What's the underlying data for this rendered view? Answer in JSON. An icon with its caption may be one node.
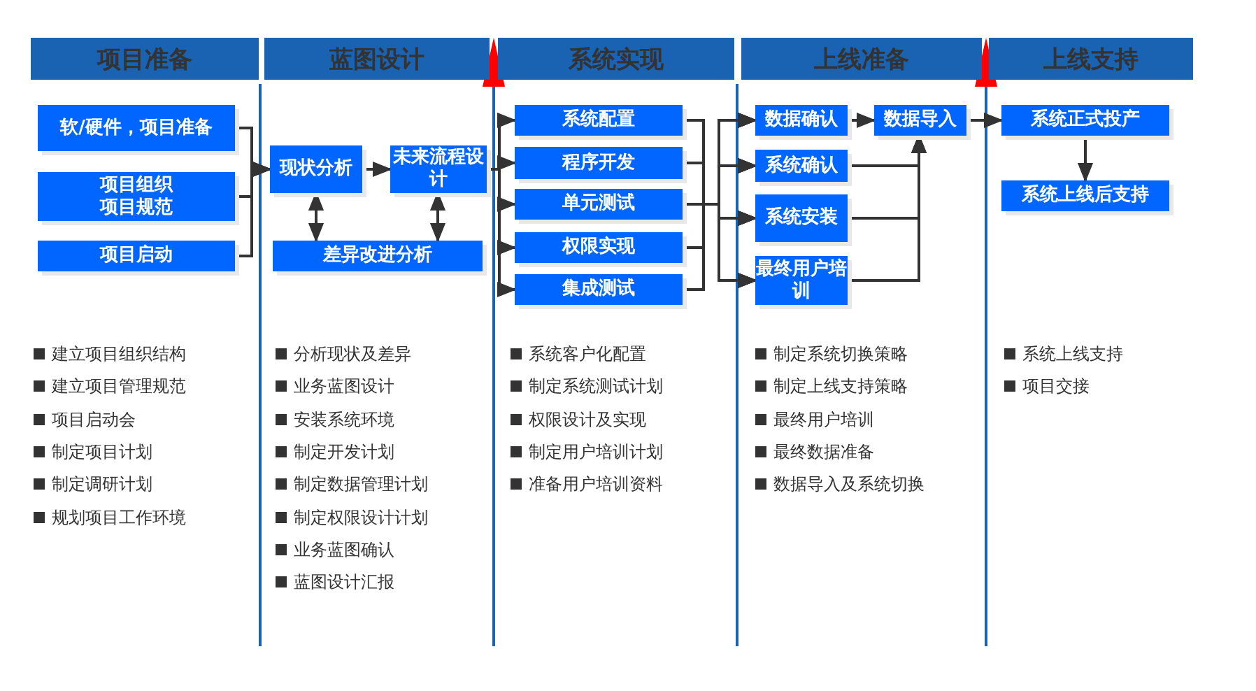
{
  "diagram": {
    "nodes": [
      {
        "text": [
          "项目准备"
        ]
      },
      {
        "text": [
          "蓝图设计"
        ]
      },
      {
        "text": [
          "系统实现"
        ]
      },
      {
        "text": [
          "上线准备"
        ]
      },
      {
        "text": [
          "上线支持"
        ]
      },
      {
        "text": [
          "软/硬件，项目准备"
        ]
      },
      {
        "text": [
          "项目组织",
          "项目规范"
        ]
      },
      {
        "text": [
          "项目启动"
        ]
      },
      {
        "text": [
          "现状分析"
        ]
      },
      {
        "text": [
          "未来流程设计"
        ]
      },
      {
        "text": [
          "差异改进分析"
        ]
      },
      {
        "text": [
          "系统配置"
        ]
      },
      {
        "text": [
          "程序开发"
        ]
      },
      {
        "text": [
          "单元测试"
        ]
      },
      {
        "text": [
          "权限实现"
        ]
      },
      {
        "text": [
          "集成测试"
        ]
      },
      {
        "text": [
          "数据确认"
        ]
      },
      {
        "text": [
          "数据导入"
        ]
      },
      {
        "text": [
          "系统确认"
        ]
      },
      {
        "text": [
          "系统安装"
        ]
      },
      {
        "text": [
          "最终用户培训"
        ]
      },
      {
        "text": [
          "系统正式投产"
        ]
      },
      {
        "text": [
          "系统上线后支持"
        ]
      }
    ],
    "edges": [
      {
        "from": 5,
        "to": 8,
        "arrow": "to"
      },
      {
        "from": 6,
        "to": 8,
        "arrow": "to"
      },
      {
        "from": 7,
        "to": 8,
        "arrow": "to"
      },
      {
        "from": 8,
        "to": 9,
        "arrow": "to"
      },
      {
        "from": 8,
        "to": 10,
        "arrow": "both"
      },
      {
        "from": 9,
        "to": 10,
        "arrow": "both"
      },
      {
        "from": 9,
        "to": 11,
        "arrow": "to"
      },
      {
        "from": 9,
        "to": 12,
        "arrow": "to"
      },
      {
        "from": 9,
        "to": 13,
        "arrow": "to"
      },
      {
        "from": 9,
        "to": 14,
        "arrow": "to"
      },
      {
        "from": 9,
        "to": 15,
        "arrow": "to"
      },
      {
        "from": 11,
        "to": 16,
        "arrow": "to"
      },
      {
        "from": 11,
        "to": 18,
        "arrow": "to"
      },
      {
        "from": 11,
        "to": 19,
        "arrow": "to"
      },
      {
        "from": 11,
        "to": 20,
        "arrow": "to"
      },
      {
        "from": 12,
        "to": 16,
        "arrow": "to"
      },
      {
        "from": 12,
        "to": 18,
        "arrow": "to"
      },
      {
        "from": 12,
        "to": 19,
        "arrow": "to"
      },
      {
        "from": 12,
        "to": 20,
        "arrow": "to"
      },
      {
        "from": 13,
        "to": 16,
        "arrow": "to"
      },
      {
        "from": 13,
        "to": 18,
        "arrow": "to"
      },
      {
        "from": 13,
        "to": 19,
        "arrow": "to"
      },
      {
        "from": 13,
        "to": 20,
        "arrow": "to"
      },
      {
        "from": 14,
        "to": 16,
        "arrow": "to"
      },
      {
        "from": 14,
        "to": 18,
        "arrow": "to"
      },
      {
        "from": 14,
        "to": 19,
        "arrow": "to"
      },
      {
        "from": 14,
        "to": 20,
        "arrow": "to"
      },
      {
        "from": 15,
        "to": 16,
        "arrow": "to"
      },
      {
        "from": 15,
        "to": 18,
        "arrow": "to"
      },
      {
        "from": 15,
        "to": 19,
        "arrow": "to"
      },
      {
        "from": 15,
        "to": 20,
        "arrow": "to"
      },
      {
        "from": 16,
        "to": 17,
        "arrow": "to"
      },
      {
        "from": 18,
        "to": 17,
        "arrow": "to"
      },
      {
        "from": 19,
        "to": 17,
        "arrow": "to"
      },
      {
        "from": 20,
        "to": 17,
        "arrow": "to"
      },
      {
        "from": 17,
        "to": 21,
        "arrow": "to"
      },
      {
        "from": 21,
        "to": 22,
        "arrow": "to"
      }
    ],
    "labels": [
      "建立项目组织结构",
      "建立项目管理规范",
      "项目启动会",
      "制定项目计划",
      "制定调研计划",
      "规划项目工作环境",
      "分析现状及差异",
      "业务蓝图设计",
      "安装系统环境",
      "制定开发计划",
      "制定数据管理计划",
      "制定权限设计计划",
      "业务蓝图确认",
      "蓝图设计汇报",
      "系统客户化配置",
      "制定系统测试计划",
      "权限设计及实现",
      "制定用户培训计划",
      "准备用户培训资料",
      "制定系统切换策略",
      "制定上线支持策略",
      "最终用户培训",
      "最终数据准备",
      "数据导入及系统切换",
      "系统上线支持",
      "项目交接"
    ]
  }
}
